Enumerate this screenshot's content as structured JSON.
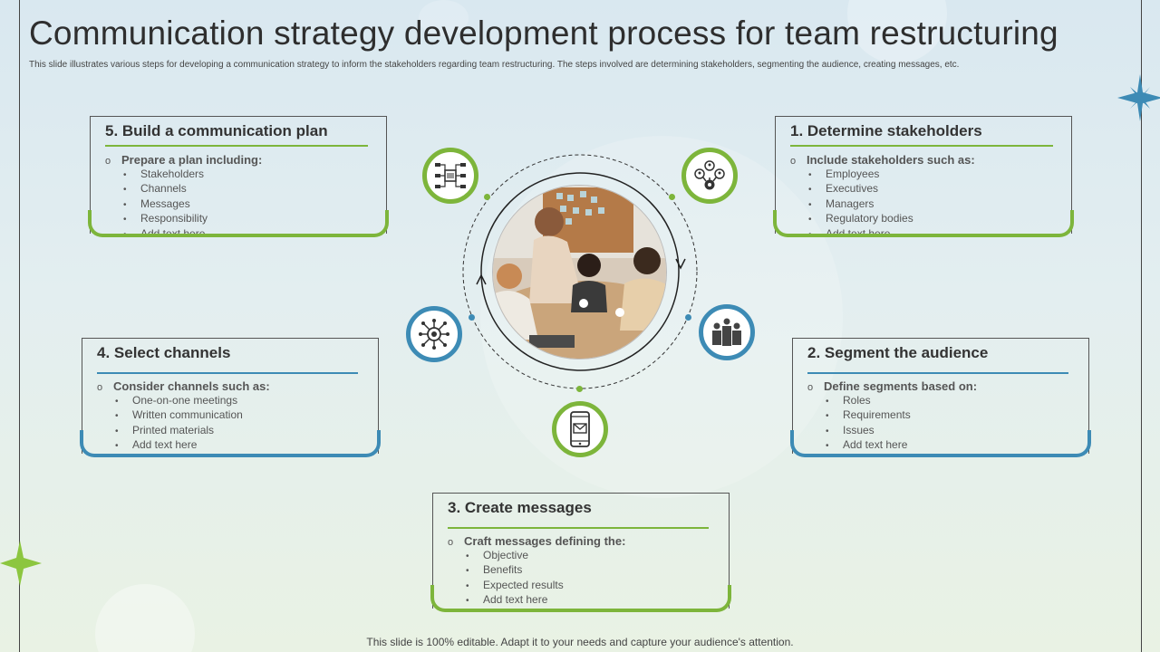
{
  "title": "Communication strategy development process for team restructuring",
  "subtitle": "This slide illustrates various steps for developing a communication strategy to inform the stakeholders regarding team restructuring. The steps involved are determining stakeholders, segmenting the audience, creating messages, etc.",
  "footer": "This slide is 100% editable. Adapt it to your needs and capture your audience's attention.",
  "colors": {
    "green": "#7db53b",
    "blue": "#3d8bb5"
  },
  "steps": [
    {
      "heading": "1. Determine stakeholders",
      "lead": "Include stakeholders such as:",
      "items": [
        "Employees",
        "Executives",
        "Managers",
        "Regulatory bodies",
        "Add text here"
      ],
      "icon": "stakeholders-network-icon"
    },
    {
      "heading": "2. Segment the audience",
      "lead": "Define segments based on:",
      "items": [
        "Roles",
        "Requirements",
        "Issues",
        "Add text here"
      ],
      "icon": "audience-group-icon"
    },
    {
      "heading": "3. Create messages",
      "lead": "Craft messages defining the:",
      "items": [
        "Objective",
        "Benefits",
        "Expected results",
        "Add text here"
      ],
      "icon": "mobile-mail-icon"
    },
    {
      "heading": "4. Select channels",
      "lead": "Consider channels such as:",
      "items": [
        "One-on-one meetings",
        "Written communication",
        "Printed materials",
        "Add text here"
      ],
      "icon": "channels-hub-icon"
    },
    {
      "heading": "5. Build a communication plan",
      "lead": "Prepare a plan including:",
      "items": [
        "Stakeholders",
        "Channels",
        "Messages",
        "Responsibility",
        "Add text here"
      ],
      "icon": "plan-flowchart-icon"
    }
  ]
}
